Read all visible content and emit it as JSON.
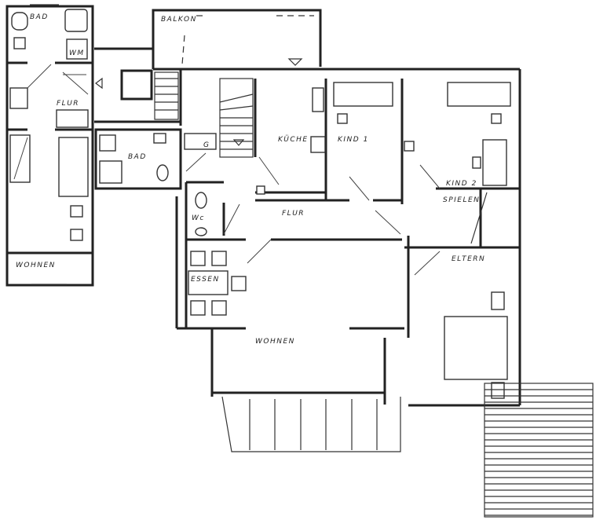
{
  "plan": {
    "rooms": {
      "bad_left": "BAD",
      "wm": "WM",
      "flur_left": "FLUR",
      "wohnen_left": "WOHNEN",
      "balkon": "BALKON",
      "bad_center": "BAD",
      "g": "G",
      "kueche": "KÜCHE",
      "kind1": "KIND 1",
      "kind2": "KIND 2",
      "spielen": "SPIELEN",
      "flur_main": "FLUR",
      "wc": "Wc",
      "essen": "ESSEN",
      "eltern": "ELTERN",
      "wohnen_main": "WOHNEN"
    }
  }
}
